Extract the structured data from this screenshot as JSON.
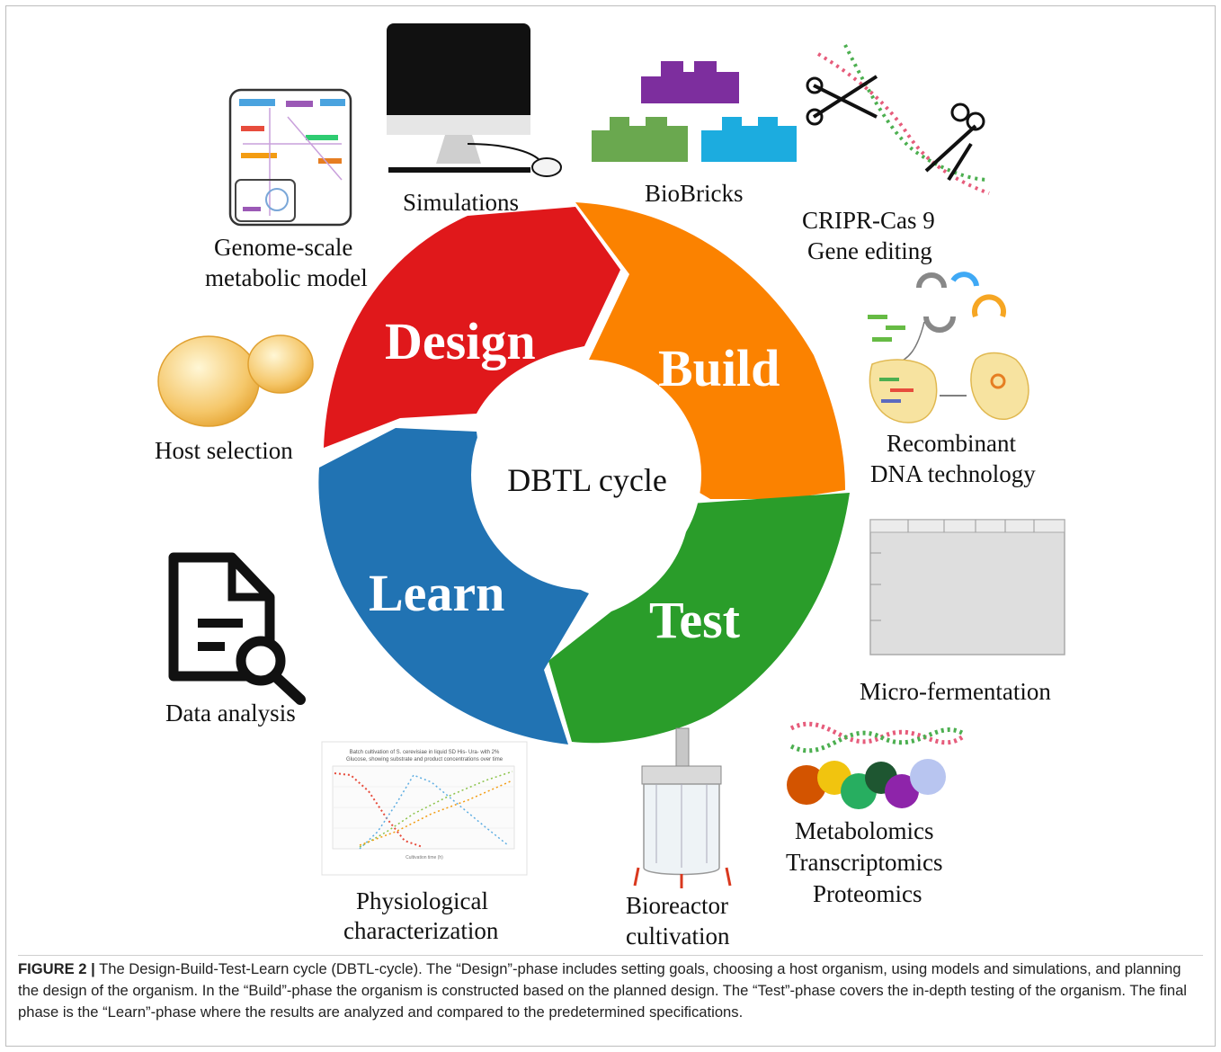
{
  "center_label": "DBTL cycle",
  "phases": [
    {
      "label": "Design",
      "color": "#e0181b"
    },
    {
      "label": "Build",
      "color": "#fb8200"
    },
    {
      "label": "Test",
      "color": "#2a9d2a"
    },
    {
      "label": "Learn",
      "color": "#2173b3"
    }
  ],
  "items": {
    "simulations": "Simulations",
    "biobricks": "BioBricks",
    "crispr_line1": "CRIPR-Cas 9",
    "crispr_line2": "Gene editing",
    "genome_line1": "Genome-scale",
    "genome_line2": "metabolic model",
    "host": "Host selection",
    "recombinant_line1": "Recombinant",
    "recombinant_line2": "DNA technology",
    "data_analysis": "Data analysis",
    "micro_fermentation": "Micro-fermentation",
    "omics_line1": "Metabolomics",
    "omics_line2": "Transcriptomics",
    "omics_line3": "Proteomics",
    "physio_line1": "Physiological",
    "physio_line2": "characterization",
    "bioreactor_line1": "Bioreactor",
    "bioreactor_line2": "cultivation"
  },
  "caption": {
    "label": "FIGURE 2 |",
    "text": "The Design-Build-Test-Learn cycle (DBTL-cycle). The “Design”-phase includes setting goals, choosing a host organism, using models and simulations, and planning the design of the organism. In the “Build”-phase the organism is constructed based on the planned design. The “Test”-phase covers the in-depth testing of the organism. The final phase is the “Learn”-phase where the results are analyzed and compared to the predetermined specifications."
  },
  "chart_inset": {
    "title": "Batch cultivation of S. cerevisiae in liquid SD His- Ura- with 2% Glucose, showing substrate and product concentrations over time",
    "xlabel": "Cultivation time (h)"
  },
  "colors": {
    "design": "#e0181b",
    "build": "#fb8200",
    "test": "#2a9d2a",
    "learn": "#2173b3"
  }
}
